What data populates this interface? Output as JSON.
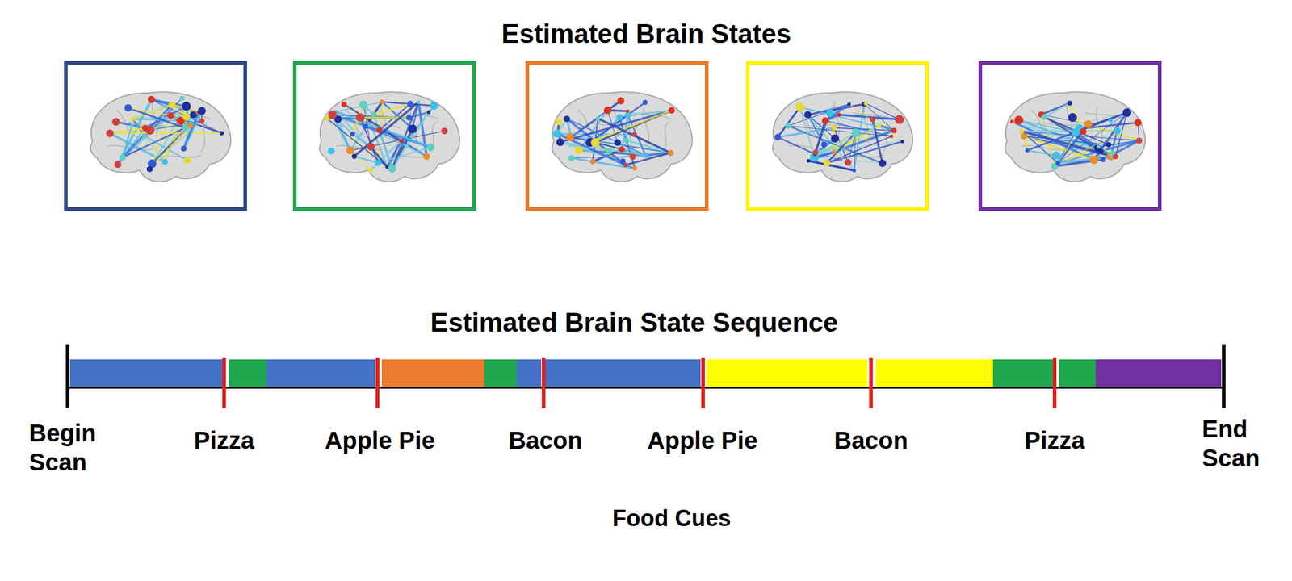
{
  "diagram": {
    "title": "Estimated Brain States",
    "labels": [
      "Estimated Brain State Sequence",
      "Begin Scan",
      "Pizza",
      "Apple Pie",
      "Bacon",
      "Apple Pie",
      "Bacon",
      "Pizza",
      "End Scan",
      "Food Cues"
    ]
  }
}
